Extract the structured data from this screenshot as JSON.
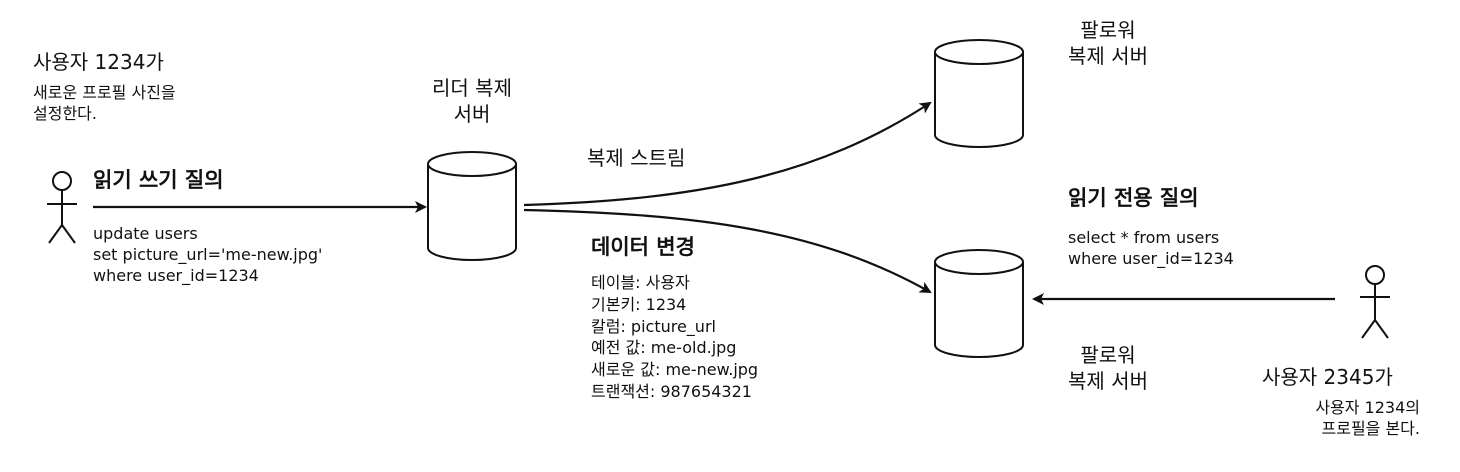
{
  "user1": {
    "title": "사용자 1234가",
    "caption": [
      "새로운 프로필 사진을",
      "설정한다."
    ]
  },
  "write_query": {
    "heading": "읽기 쓰기 질의",
    "sql": [
      "update users",
      "set picture_url='me-new.jpg'",
      "where user_id=1234"
    ]
  },
  "leader": {
    "label": [
      "리더 복제",
      "서버"
    ]
  },
  "replication_stream": {
    "label": "복제 스트림"
  },
  "data_change": {
    "heading": "데이터 변경",
    "lines": [
      "테이블: 사용자",
      "기본키: 1234",
      "칼럼: picture_url",
      "예전 값: me-old.jpg",
      "새로운 값: me-new.jpg",
      "트랜잭션: 987654321"
    ]
  },
  "follower_top": {
    "label": [
      "팔로워",
      "복제 서버"
    ]
  },
  "follower_bottom": {
    "label": [
      "팔로워",
      "복제 서버"
    ]
  },
  "read_query": {
    "heading": "읽기 전용 질의",
    "sql": [
      "select * from users",
      "where user_id=1234"
    ]
  },
  "user2": {
    "title": "사용자 2345가",
    "caption": [
      "사용자 1234의",
      "프로필을 본다."
    ]
  }
}
